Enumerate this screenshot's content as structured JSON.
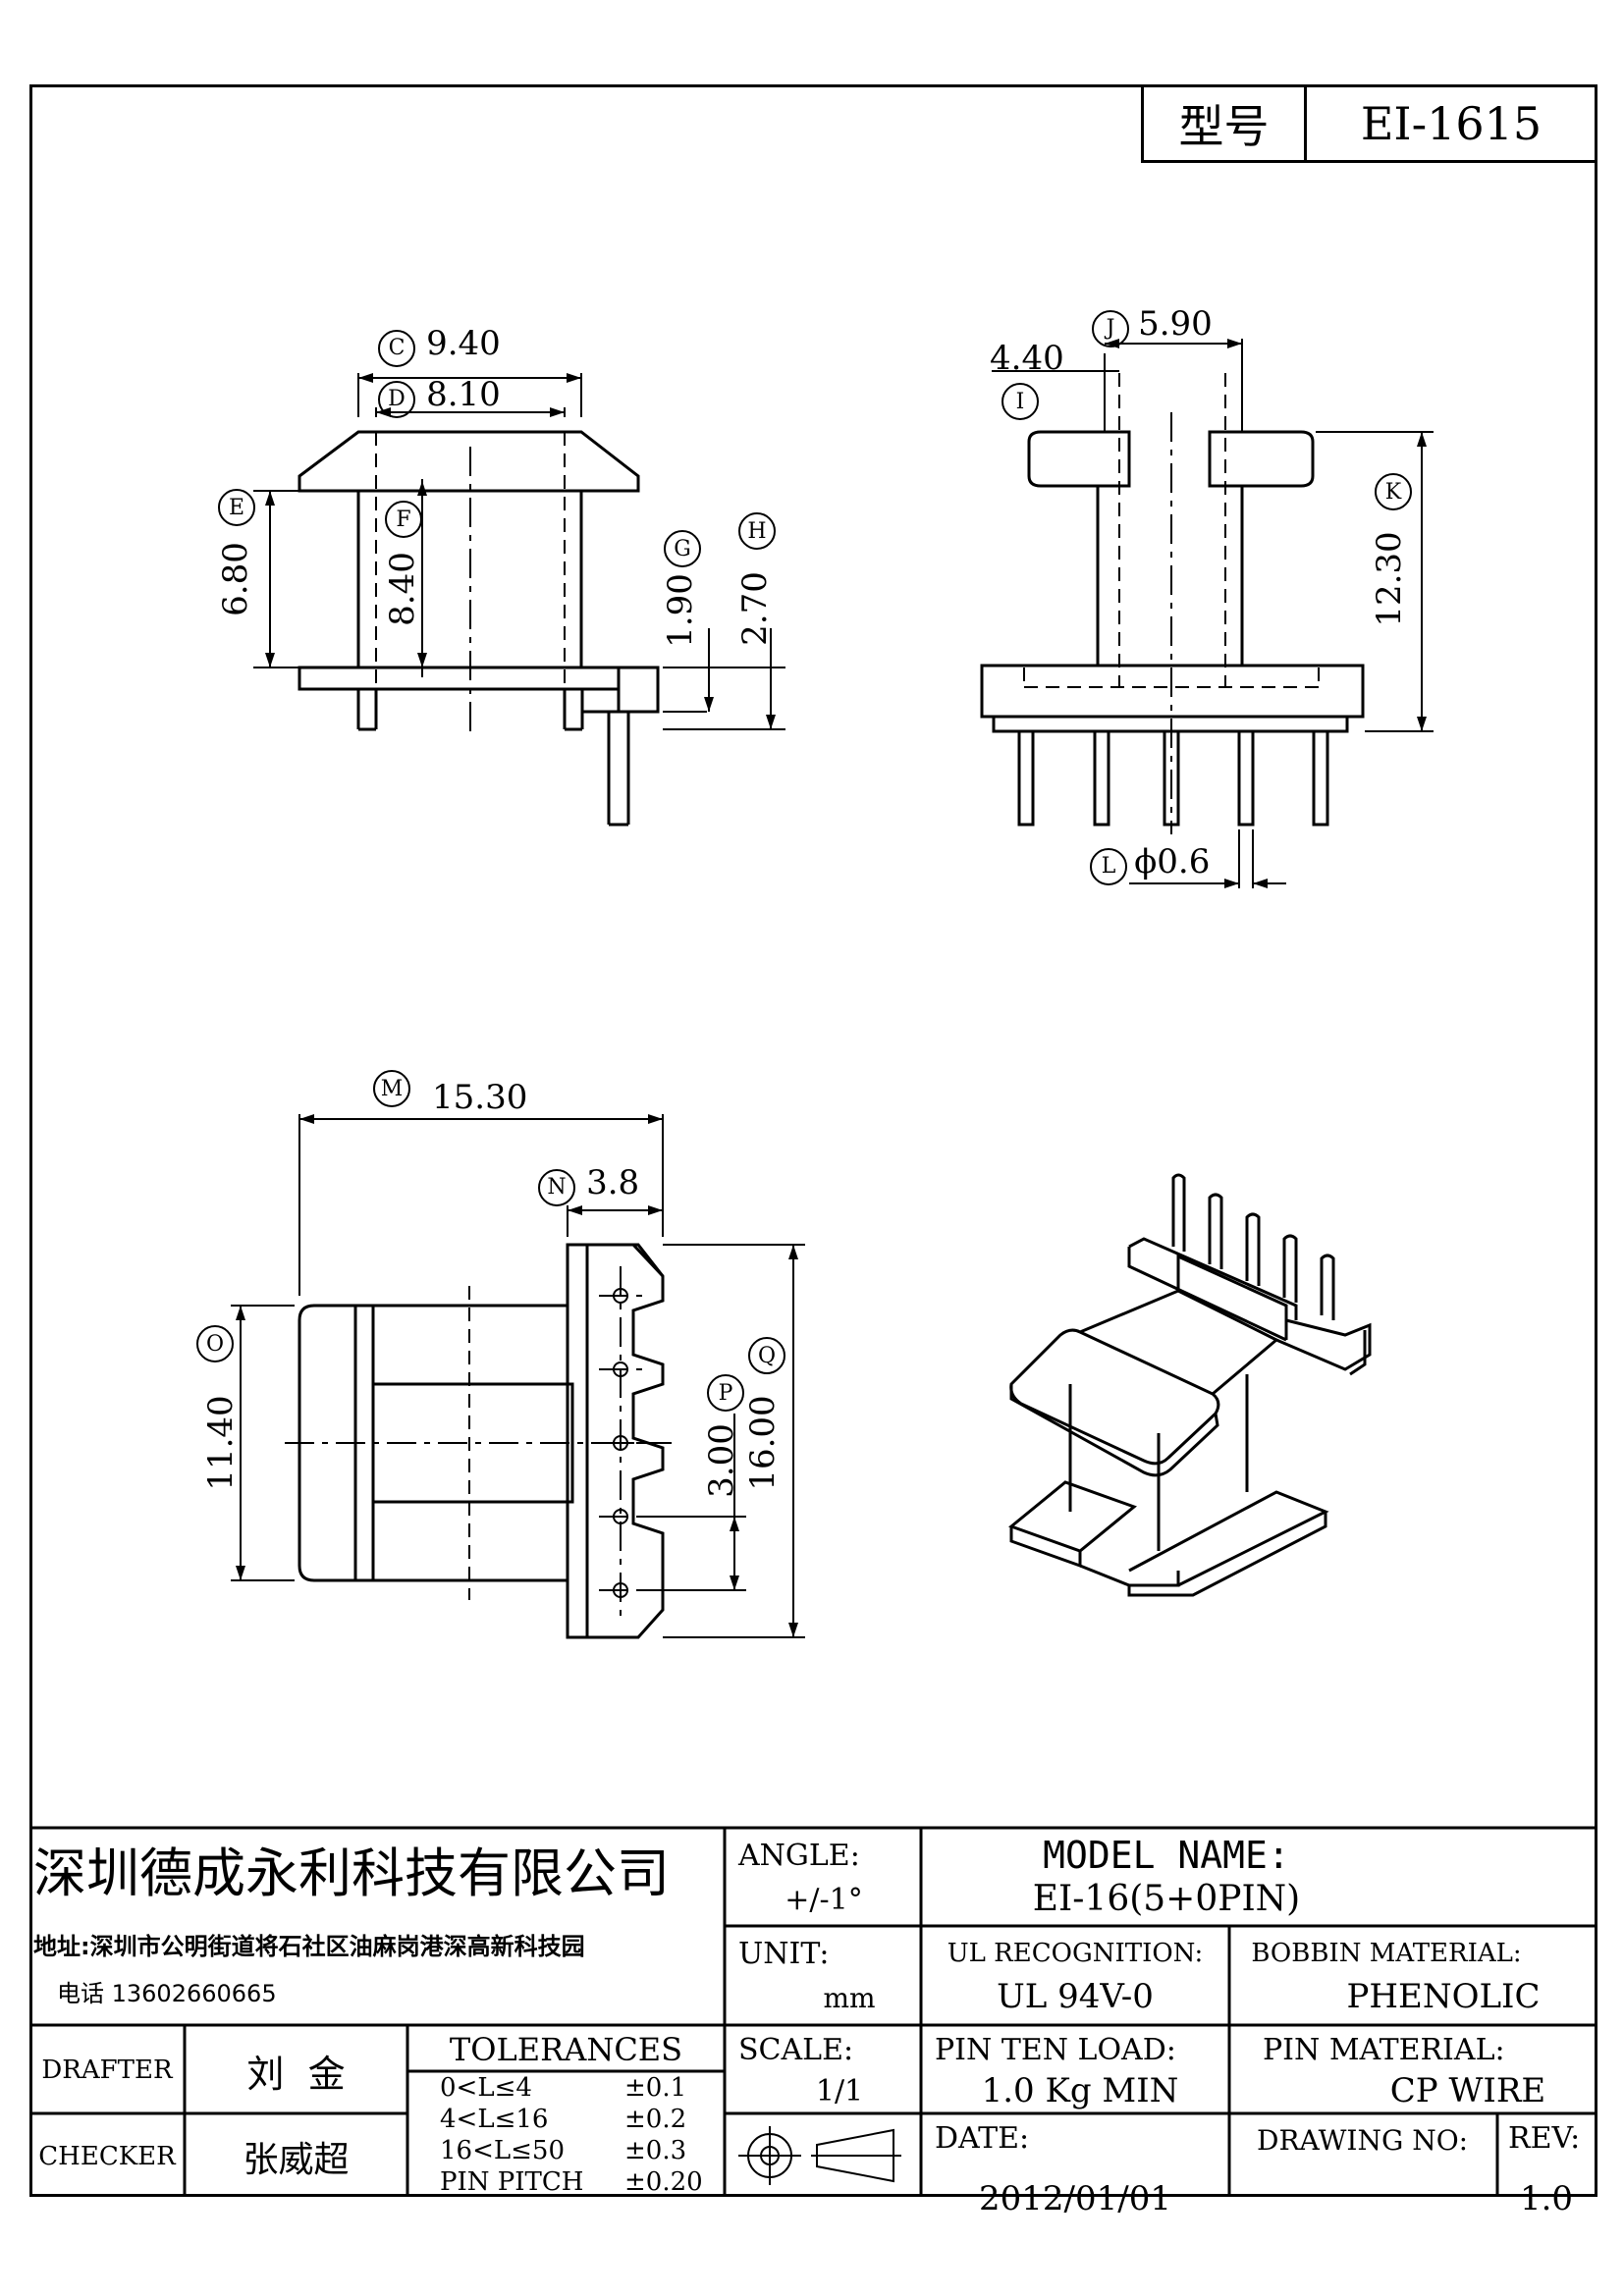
{
  "model": {
    "label": "型号",
    "value": "EI-1615"
  },
  "dimensions": {
    "C": {
      "letter": "C",
      "value": "9.40"
    },
    "D": {
      "letter": "D",
      "value": "8.10"
    },
    "E": {
      "letter": "E",
      "value": "6.80"
    },
    "F": {
      "letter": "F",
      "value": "8.40"
    },
    "G": {
      "letter": "G",
      "value": "1.90"
    },
    "H": {
      "letter": "H",
      "value": "2.70"
    },
    "I": {
      "letter": "I",
      "value": "4.40"
    },
    "J": {
      "letter": "J",
      "value": "5.90"
    },
    "K": {
      "letter": "K",
      "value": "12.30"
    },
    "L": {
      "letter": "L",
      "value": "ϕ0.6"
    },
    "M": {
      "letter": "M",
      "value": "15.30"
    },
    "N": {
      "letter": "N",
      "value": "3.8"
    },
    "O": {
      "letter": "O",
      "value": "11.40"
    },
    "P": {
      "letter": "P",
      "value": "3.00"
    },
    "Q": {
      "letter": "Q",
      "value": "16.00"
    }
  },
  "title_block": {
    "company": "深圳德成永利科技有限公司",
    "address": "地址:深圳市公明街道将石社区油麻岗港深高新科技园",
    "phone": "电话 13602660665",
    "angle_label": "ANGLE:",
    "angle_value": "+/-1°",
    "model_name_label": "MODEL NAME:",
    "model_name_value": "EI-16(5+0PIN)",
    "unit_label": "UNIT:",
    "unit_value": "mm",
    "ul_label": "UL RECOGNITION:",
    "ul_value": "UL 94V-0",
    "bobbin_label": "BOBBIN MATERIAL:",
    "bobbin_value": "PHENOLIC",
    "drafter_label": "DRAFTER",
    "drafter_name": "刘  金",
    "checker_label": "CHECKER",
    "checker_name": "张威超",
    "tolerances_label": "TOLERANCES",
    "tolerances": [
      {
        "range": "0<L≤4",
        "value": "±0.1"
      },
      {
        "range": "4<L≤16",
        "value": "±0.2"
      },
      {
        "range": "16<L≤50",
        "value": "±0.3"
      },
      {
        "range": "PIN PITCH",
        "value": "±0.20"
      }
    ],
    "scale_label": "SCALE:",
    "scale_value": "1/1",
    "pin_load_label": "PIN TEN LOAD:",
    "pin_load_value": "1.0 Kg MIN",
    "pin_material_label": "PIN MATERIAL:",
    "pin_material_value": "CP WIRE",
    "date_label": "DATE:",
    "date_value": "2012/01/01",
    "drawing_no_label": "DRAWING NO:",
    "rev_label": "REV:",
    "rev_value": "1.0"
  }
}
